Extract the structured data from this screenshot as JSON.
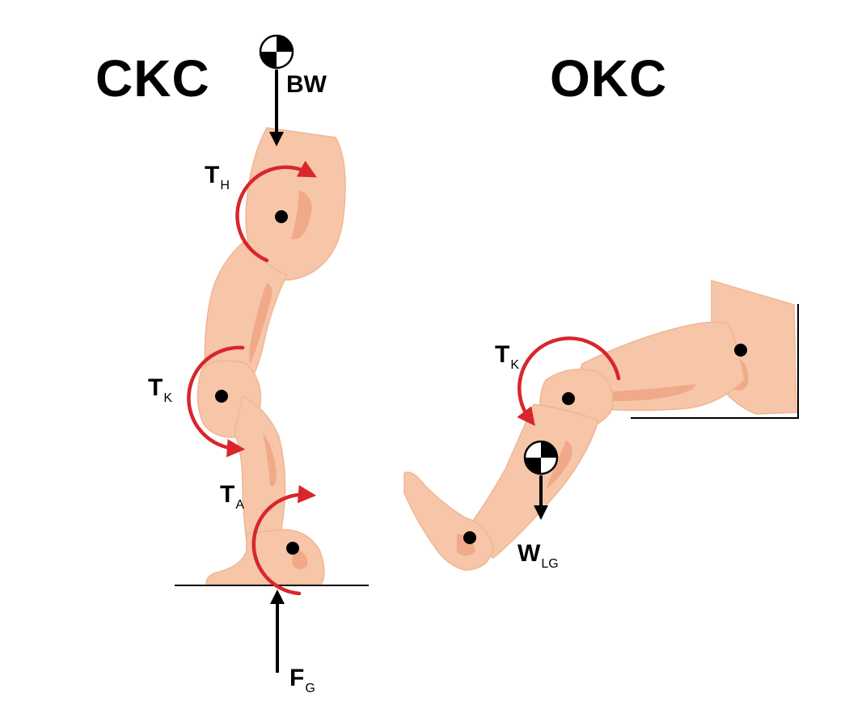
{
  "panels": {
    "ckc": {
      "title": "CKC",
      "labels": {
        "body_weight": {
          "main": "BW",
          "sub": ""
        },
        "hip_torque": {
          "main": "T",
          "sub": "H"
        },
        "knee_torque": {
          "main": "T",
          "sub": "K"
        },
        "ankle_torque": {
          "main": "T",
          "sub": "A"
        },
        "ground_force": {
          "main": "F",
          "sub": "G"
        }
      }
    },
    "okc": {
      "title": "OKC",
      "labels": {
        "knee_torque": {
          "main": "T",
          "sub": "K"
        },
        "leg_weight": {
          "main": "W",
          "sub": "LG"
        }
      }
    }
  },
  "colors": {
    "skin": "#f7c6a8",
    "skin_shade": "#ee9f7f",
    "torque_arrow": "#d8262b",
    "force_arrow": "#000000"
  },
  "icons": [
    "center-of-mass-icon",
    "joint-dot-icon"
  ]
}
